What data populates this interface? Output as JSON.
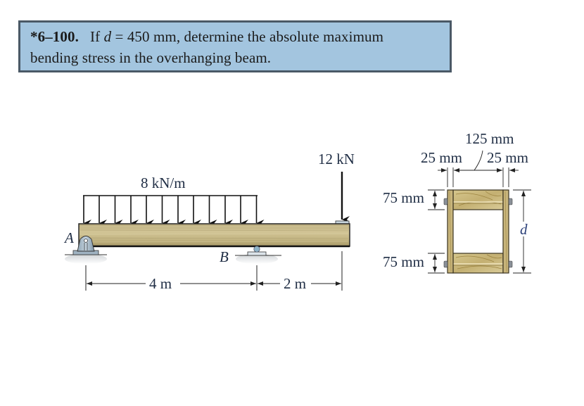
{
  "problem": {
    "number": "*6–100.",
    "text_prefix": "If ",
    "variable": "d",
    "text_suffix": " = 450 mm, determine the absolute maximum",
    "line2": "bending stress in the overhanging beam."
  },
  "beam_figure": {
    "distributed_load_label": "8 kN/m",
    "distributed_load_arrow_count": 12,
    "point_load_label": "12 kN",
    "support_a_label": "A",
    "support_b_label": "B",
    "span_ab_label": "4 m",
    "overhang_label": "2 m"
  },
  "cross_section": {
    "total_width_label": "125 mm",
    "left_board_label": "25 mm",
    "right_board_label": "25 mm",
    "top_flange_label": "75 mm",
    "bottom_flange_label": "75 mm",
    "depth_label": "d"
  },
  "colors": {
    "box_fill": "#a3c5df",
    "box_border": "#4a5966",
    "wood": "#c9b98a",
    "wood_dark": "#8f7d45",
    "label_text": "#1f2d44"
  }
}
